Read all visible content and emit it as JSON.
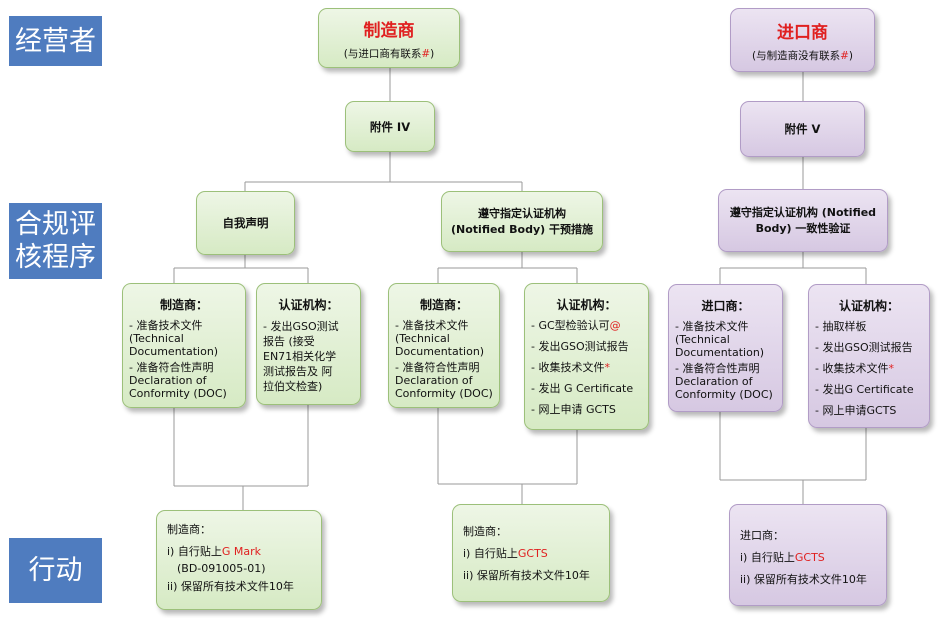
{
  "labels": {
    "operator": "经营者",
    "conformity": "合规评\n核程序",
    "action": "行动"
  },
  "manufacturer": {
    "title": "制造商",
    "sub_prefix": "(与进口商有联系",
    "sub_mark": "#",
    "sub_suffix": ")"
  },
  "importer": {
    "title": "进口商",
    "sub_prefix": "(与制造商没有联系",
    "sub_mark": "#",
    "sub_suffix": ")"
  },
  "annex4": "附件 IV",
  "annex5": "附件 V",
  "self_decl": "自我声明",
  "nb_manuf": "遵守指定认证机构\n(Notified Body) 干预措施",
  "nb_import": "遵守指定认证机构 (Notified\nBody) 一致性验证",
  "detail": {
    "m1": {
      "title": "制造商：",
      "lines": [
        "- 准备技术文件\n(Technical\nDocumentation)",
        "- 准备符合性声明\nDeclaration of\nConformity (DOC)"
      ]
    },
    "c1": {
      "title": "认证机构：",
      "lines": [
        "- 发出GSO测试\n报告 (接受\nEN71相关化学\n测试报告及 阿\n拉伯文检查)"
      ]
    },
    "m2": {
      "title": "制造商：",
      "lines": [
        "- 准备技术文件\n(Technical\nDocumentation)",
        "- 准备符合性声明\nDeclaration of\nConformity (DOC)"
      ]
    },
    "c2": {
      "title": "认证机构：",
      "items": [
        {
          "text": "- GC型检验认可",
          "mark": "@"
        },
        {
          "text": "- 发出GSO测试报告",
          "mark": ""
        },
        {
          "text": "- 收集技术文件",
          "mark": "*"
        },
        {
          "text": "- 发出 G Certificate",
          "mark": ""
        },
        {
          "text": "- 网上申请 GCTS",
          "mark": ""
        }
      ]
    },
    "m3": {
      "title": "进口商：",
      "lines": [
        "- 准备技术文件\n(Technical\nDocumentation)",
        "- 准备符合性声明\nDeclaration of\nConformity (DOC)"
      ]
    },
    "c3": {
      "title": "认证机构：",
      "items": [
        {
          "text": "- 抽取样板",
          "mark": ""
        },
        {
          "text": "- 发出GSO测试报告",
          "mark": ""
        },
        {
          "text": "- 收集技术文件",
          "mark": "*"
        },
        {
          "text": "- 发出G Certificate",
          "mark": ""
        },
        {
          "text": "- 网上申请GCTS",
          "mark": ""
        }
      ]
    }
  },
  "actions": {
    "a1": {
      "title": "制造商：",
      "l1_prefix": "i) 自行贴上",
      "l1_red": "G Mark",
      "l1b": "(BD-091005-01)",
      "l2": "ii) 保留所有技术文件10年"
    },
    "a2": {
      "title": "制造商：",
      "l1_prefix": "i) 自行贴上",
      "l1_red": "GCTS",
      "l2": "ii) 保留所有技术文件10年"
    },
    "a3": {
      "title": "进口商：",
      "l1_prefix": "i) 自行贴上",
      "l1_red": "GCTS",
      "l2": "ii) 保留所有技术文件10年"
    }
  },
  "colors": {
    "label_bg": "#4f7cbf",
    "green_box": "#d6eac4",
    "purple_box": "#d6c8e2",
    "red": "#e02020"
  }
}
